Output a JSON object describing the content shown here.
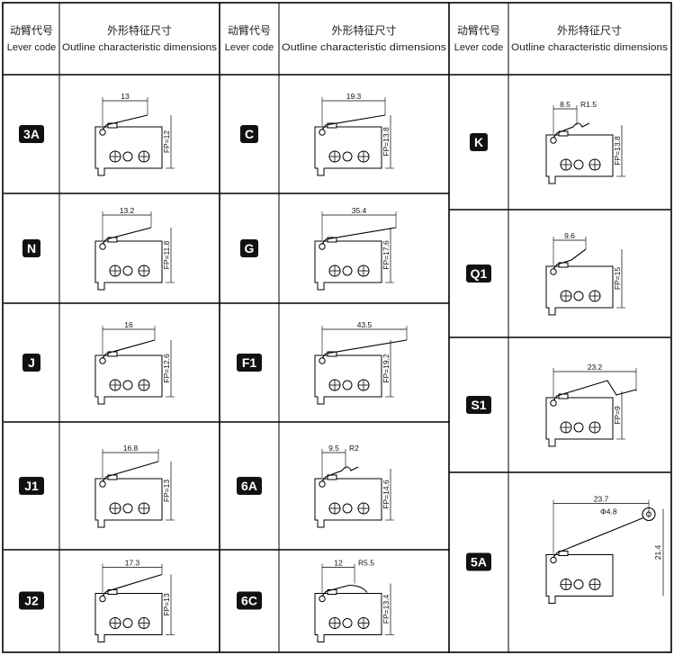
{
  "header": {
    "code_cn": "动臂代号",
    "code_en": "Lever code",
    "outline_cn": "外形特征尺寸",
    "outline_en": "Outline characteristic dimensions"
  },
  "columns": [
    {
      "rows": [
        {
          "code": "3A",
          "length": "13",
          "fp": "FP=12",
          "lever": "straight"
        },
        {
          "code": "N",
          "length": "13.2",
          "fp": "FP=11.8",
          "lever": "straight"
        },
        {
          "code": "J",
          "length": "16",
          "fp": "FP=12.6",
          "lever": "straight"
        },
        {
          "code": "J1",
          "length": "16.8",
          "fp": "FP=13",
          "lever": "straight"
        },
        {
          "code": "J2",
          "length": "17.3",
          "fp": "FP=13",
          "lever": "straight"
        }
      ]
    },
    {
      "rows": [
        {
          "code": "C",
          "length": "19.3",
          "fp": "FP=13.8",
          "lever": "straight"
        },
        {
          "code": "G",
          "length": "35.4",
          "fp": "FP=17.6",
          "lever": "straight"
        },
        {
          "code": "F1",
          "length": "43.5",
          "fp": "FP=19.2",
          "lever": "straight"
        },
        {
          "code": "6A",
          "length": "9.5",
          "radius": "R2",
          "fp": "FP=14.6",
          "lever": "hook"
        },
        {
          "code": "6C",
          "length": "12",
          "radius": "R5.5",
          "fp": "FP=13.4",
          "lever": "curve"
        }
      ]
    },
    {
      "rows": [
        {
          "code": "K",
          "length": "8.5",
          "radius": "R1.5",
          "fp": "FP=13.8",
          "lever": "hook"
        },
        {
          "code": "Q1",
          "length": "9.6",
          "fp": "FP=15",
          "lever": "short"
        },
        {
          "code": "S1",
          "length": "23.2",
          "fp": "FP=9",
          "lever": "zigzag"
        },
        {
          "code": "5A",
          "length": "23.7",
          "diameter": "Φ4.8",
          "height": "21.4",
          "lever": "roller"
        }
      ]
    }
  ]
}
